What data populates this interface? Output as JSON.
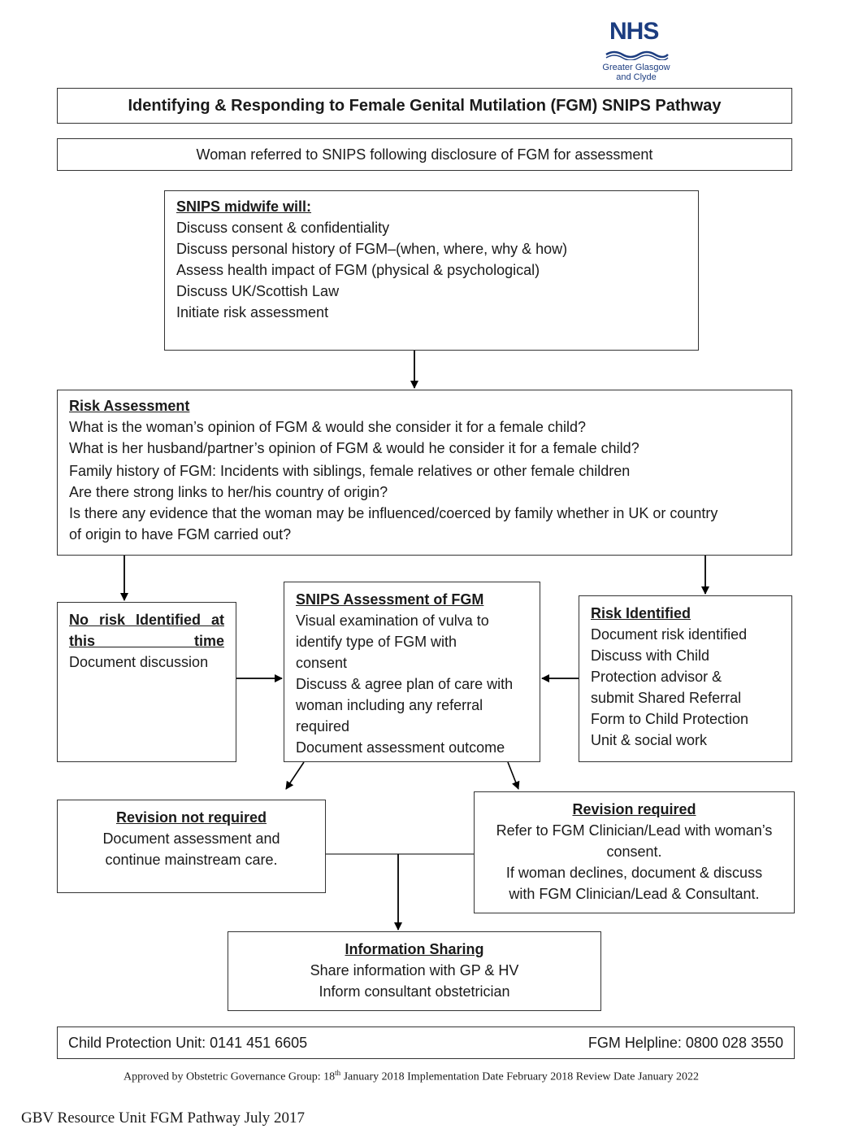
{
  "logo": {
    "brand": "NHS",
    "line1": "Greater Glasgow",
    "line2": "and Clyde",
    "color": "#1c3d80"
  },
  "title": "Identifying & Responding to Female Genital Mutilation (FGM) SNIPS Pathway",
  "referral": "Woman referred to SNIPS following disclosure of FGM for assessment",
  "midwife": {
    "heading": "SNIPS midwife will:",
    "items": [
      "Discuss consent & confidentiality",
      "Discuss personal history of FGM–(when, where, why & how)",
      "Assess health impact of FGM (physical & psychological)",
      "Discuss UK/Scottish Law",
      "Initiate risk assessment"
    ]
  },
  "risk_assessment": {
    "heading": "Risk Assessment",
    "items": [
      "What is the woman’s opinion of FGM & would she consider it for a female child?",
      "What is her husband/partner’s opinion of FGM & would he consider it for a female child?",
      "Family history of FGM: Incidents with siblings, female relatives or other female children",
      "Are there strong links to her/his country of origin?",
      "Is there any evidence that the woman may be influenced/coerced by family whether in UK or country",
      "of origin to have FGM carried out?"
    ]
  },
  "no_risk": {
    "heading_line1": "No  risk  Identified  at",
    "heading_line2": "this time",
    "items": [
      "Document discussion"
    ]
  },
  "snips_assessment": {
    "heading": "SNIPS Assessment of FGM",
    "items": [
      "Visual examination of vulva to",
      "identify type of FGM with",
      "consent",
      "Discuss & agree plan of care with",
      "woman including any referral",
      "required",
      "Document assessment outcome"
    ]
  },
  "risk_identified": {
    "heading": "Risk Identified",
    "items": [
      "Document risk identified",
      "Discuss with Child",
      "Protection advisor &",
      "submit Shared Referral",
      "Form to Child Protection",
      "Unit & social work"
    ]
  },
  "revision_not_required": {
    "heading": "Revision not required",
    "items": [
      "Document assessment and",
      "continue mainstream care."
    ]
  },
  "revision_required": {
    "heading": "Revision required",
    "items": [
      "Refer to FGM Clinician/Lead with woman’s",
      "consent.",
      "If woman declines, document & discuss",
      "with FGM Clinician/Lead & Consultant."
    ]
  },
  "information_sharing": {
    "heading": "Information Sharing",
    "items": [
      "Share information with GP & HV",
      "Inform consultant obstetrician"
    ]
  },
  "contacts": {
    "child_protection": "Child Protection Unit: 0141 451 6605",
    "fgm_helpline": "FGM Helpline: 0800 028 3550"
  },
  "approval": {
    "prefix": "Approved by Obstetric Governance Group: 18",
    "superscript": "th",
    "suffix": " January 2018 Implementation Date February 2018 Review Date January 2022"
  },
  "footer": "GBV Resource Unit FGM Pathway July 2017"
}
